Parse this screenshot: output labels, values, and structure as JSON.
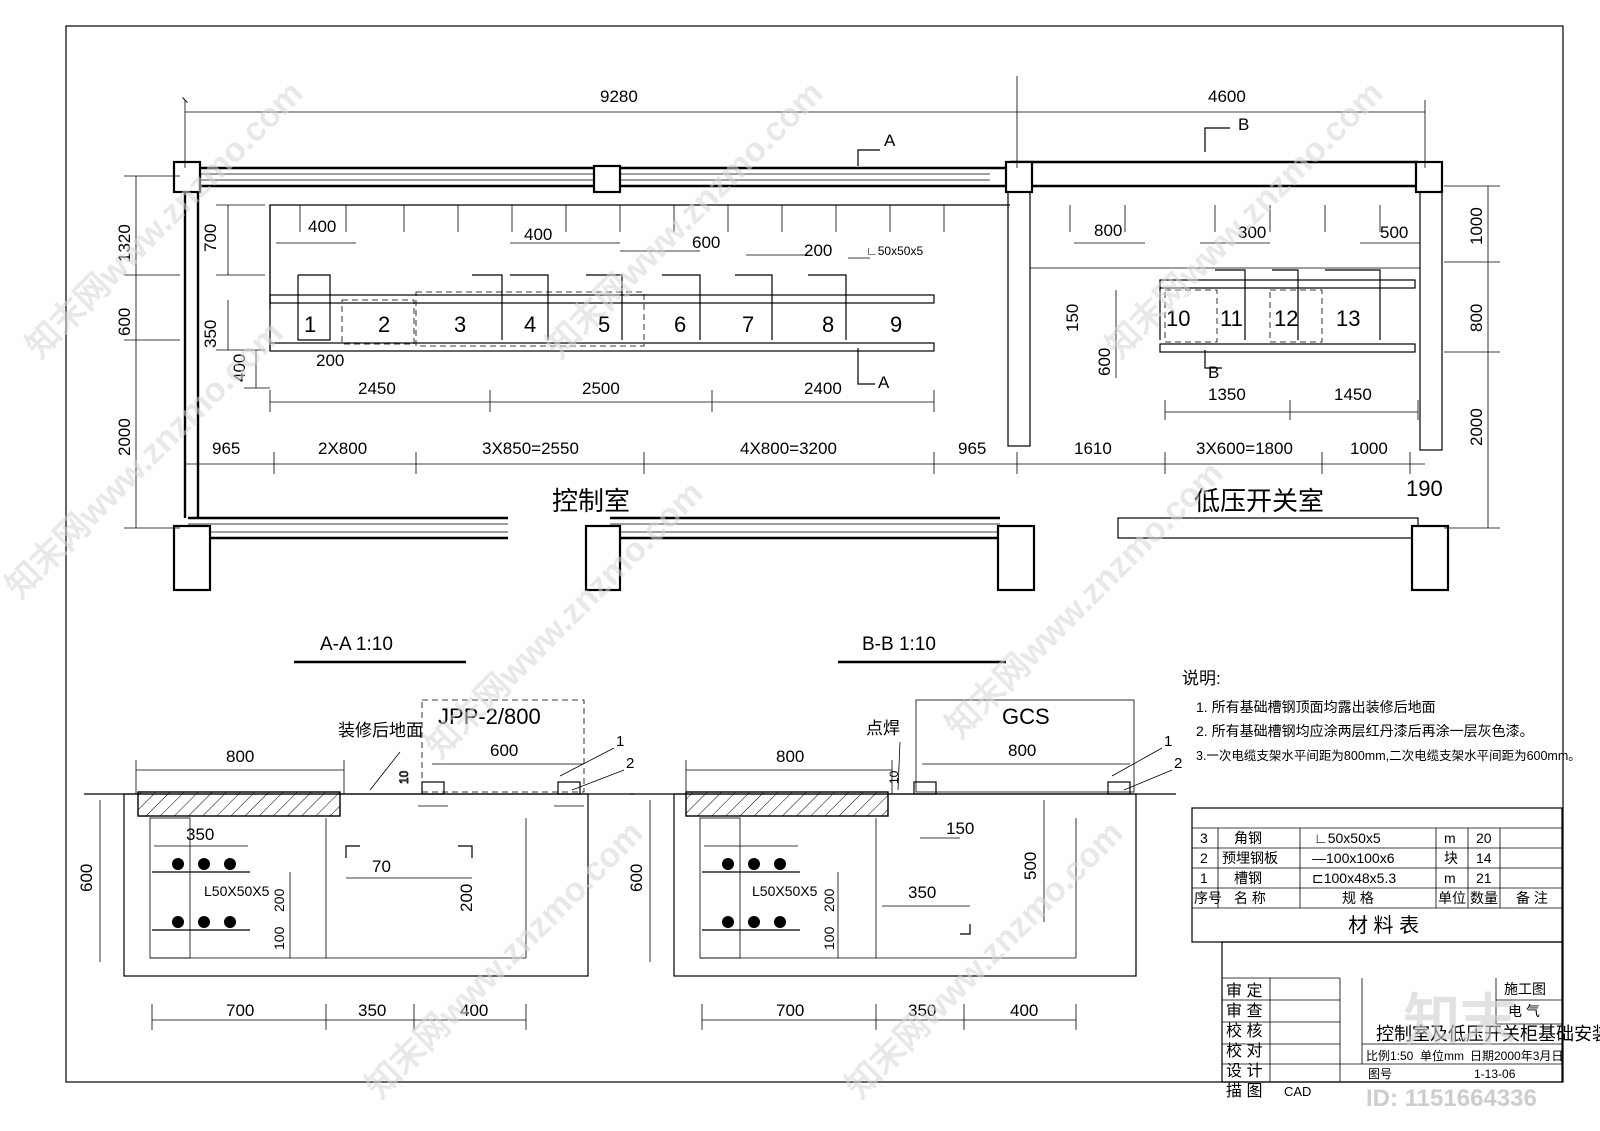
{
  "plan": {
    "top_dims": [
      "9280",
      "4600"
    ],
    "section_marks": {
      "a": "A",
      "b": "B"
    },
    "left_dims": [
      "1320",
      "700",
      "600",
      "350",
      "400",
      "2000"
    ],
    "right_dims": [
      "1000",
      "800",
      "2000",
      "150",
      "600"
    ],
    "inner_dims": [
      "400",
      "400",
      "600",
      "200",
      "800",
      "300",
      "500",
      "200"
    ],
    "angle_label": "∟50x50x5",
    "cabinets_left": [
      "1",
      "2",
      "3",
      "4",
      "5",
      "6",
      "7",
      "8",
      "9"
    ],
    "cabinets_right": [
      "10",
      "11",
      "12",
      "13"
    ],
    "row1_dims": [
      "2450",
      "2500",
      "2400",
      "1350",
      "1450"
    ],
    "row2_dims": [
      "965",
      "2X800",
      "3X850=2550",
      "4X800=3200",
      "965",
      "1610",
      "3X600=1800",
      "1000"
    ],
    "extra_dim": "190",
    "rooms": [
      "控制室",
      "低压开关室"
    ]
  },
  "section_aa": {
    "title": "A-A  1:10",
    "cabinet": "JPP-2/800",
    "floor_label": "装修后地面",
    "dims": [
      "800",
      "600",
      "10",
      "350",
      "70",
      "200",
      "600",
      "200",
      "100",
      "700",
      "350",
      "400"
    ],
    "angle": "L50X50X5",
    "callouts": [
      "1",
      "2"
    ]
  },
  "section_bb": {
    "title": "B-B  1:10",
    "cabinet": "GCS",
    "weld_label": "点焊",
    "dims": [
      "800",
      "800",
      "10",
      "150",
      "350",
      "500",
      "600",
      "200",
      "100",
      "700",
      "350",
      "400"
    ],
    "angle": "L50X50X5",
    "callouts": [
      "1",
      "2"
    ]
  },
  "notes": {
    "title": "说明:",
    "items": [
      "1. 所有基础槽钢顶面均露出装修后地面",
      "2. 所有基础槽钢均应涂两层红丹漆后再涂一层灰色漆。",
      "3.一次电缆支架水平间距为800mm,二次电缆支架水平间距为600mm。"
    ]
  },
  "materials": {
    "rows": [
      {
        "no": "3",
        "name": "角钢",
        "spec": "∟50x50x5",
        "unit": "m",
        "qty": "20"
      },
      {
        "no": "2",
        "name": "预埋钢板",
        "spec": "—100x100x6",
        "unit": "块",
        "qty": "14"
      },
      {
        "no": "1",
        "name": "槽钢",
        "spec": "⊏100x48x5.3",
        "unit": "m",
        "qty": "21"
      }
    ],
    "headers": [
      "序号",
      "名 称",
      "规 格",
      "单位",
      "数量",
      "备 注"
    ],
    "title": "材 料 表"
  },
  "title_block": {
    "roles": [
      "审  定",
      "审  查",
      "校  核",
      "校  对",
      "设  计",
      "描  图"
    ],
    "cad": "CAD",
    "stage": "施工图",
    "discipline": "电  气",
    "drawing_title": "控制室及低压开关柜基础安装",
    "scale": "比例1:50",
    "unit": "单位mm",
    "date": "日期2000年3月日",
    "drawing_no_label": "图号",
    "drawing_no": "1-13-06",
    "watermark_id": "ID: 1151664336"
  },
  "watermark": {
    "text": "知末网www.znzmo.com",
    "logo": "知末"
  }
}
